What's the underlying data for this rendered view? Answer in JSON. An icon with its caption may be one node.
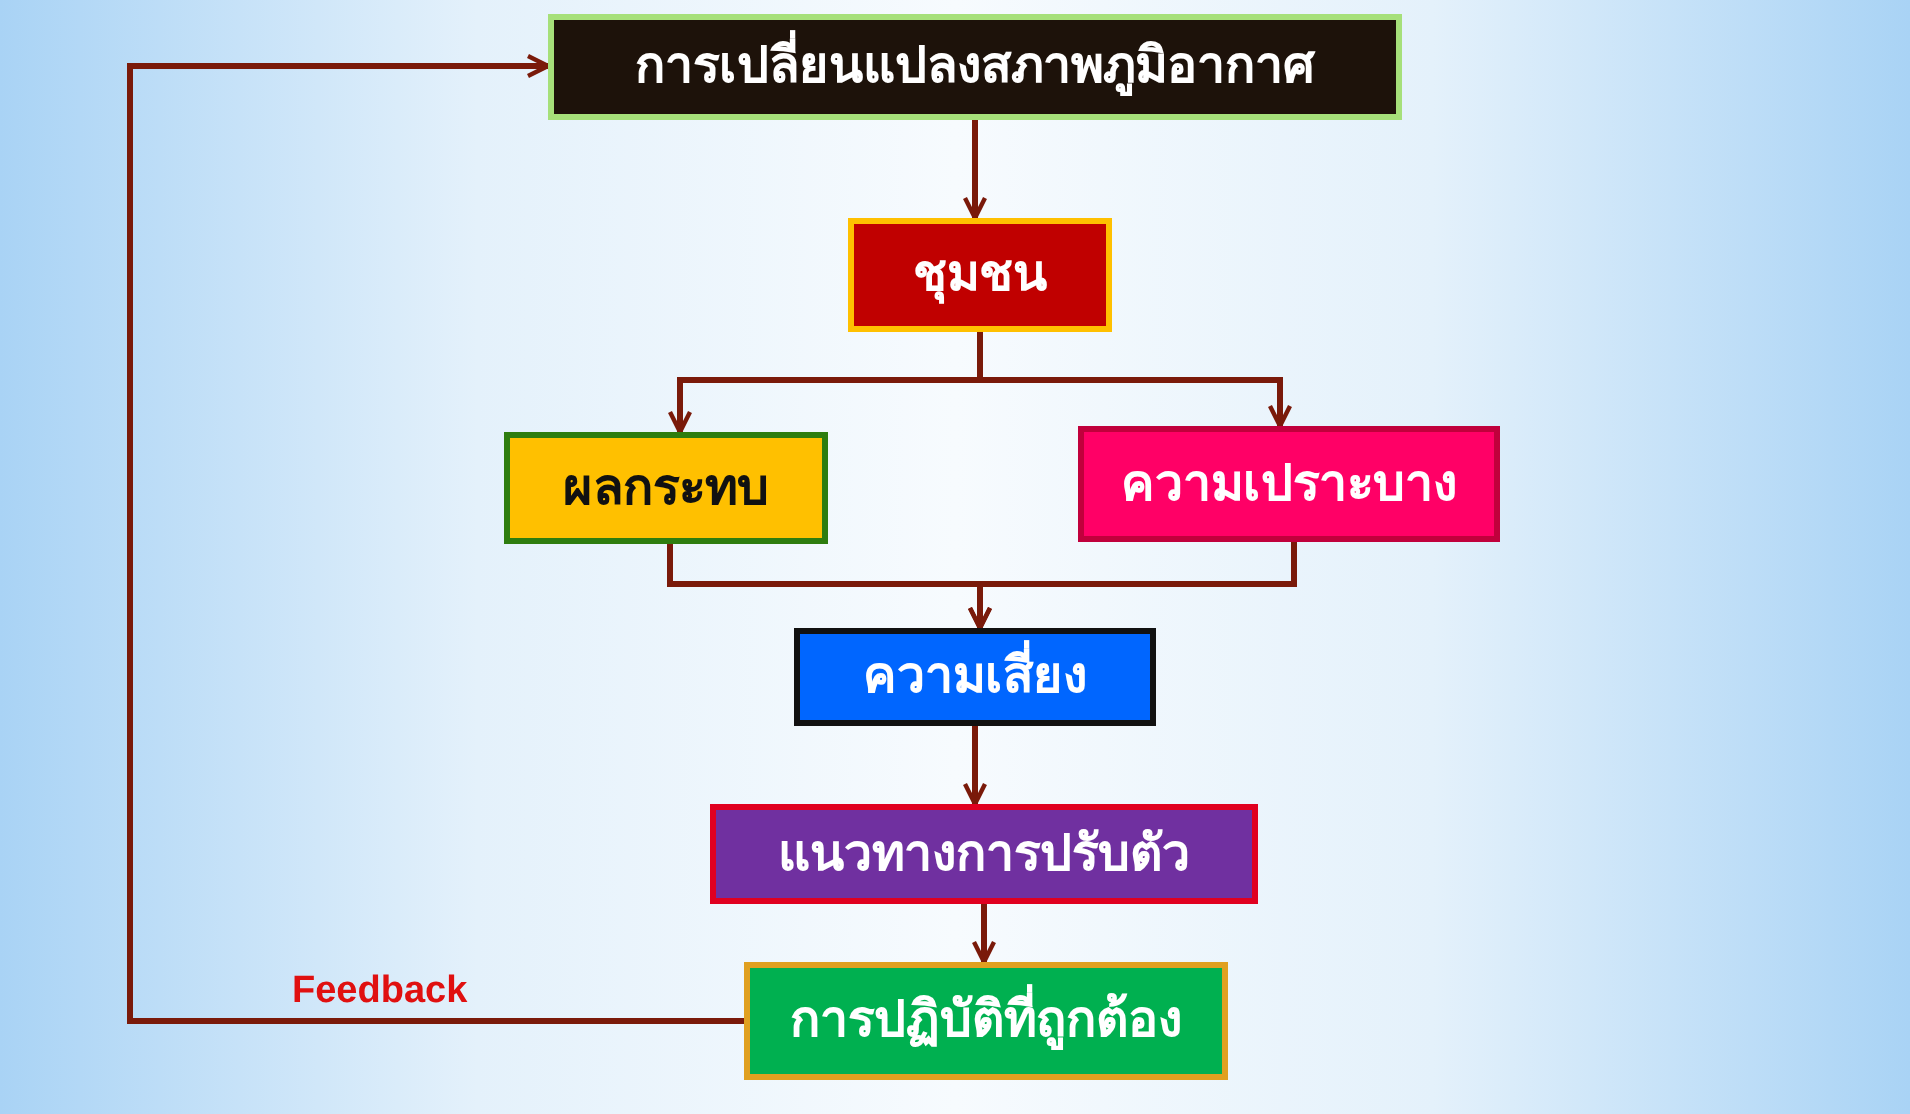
{
  "diagram": {
    "nodes": [
      {
        "text": [
          "การเปลี่ยนแปลงสภาพภูมิอากาศ"
        ]
      },
      {
        "text": [
          "ชุมชน"
        ]
      },
      {
        "text": [
          "ผลกระทบ"
        ]
      },
      {
        "text": [
          "ความเปราะบาง"
        ]
      },
      {
        "text": [
          "ความเสี่ยง"
        ]
      },
      {
        "text": [
          "แนวทางการปรับตัว"
        ]
      },
      {
        "text": [
          "การปฏิบัติที่ถูกต้อง"
        ]
      }
    ],
    "edges": [
      {
        "from": 0,
        "to": 1,
        "arrow": "to"
      },
      {
        "from": 1,
        "to": 2,
        "arrow": "to"
      },
      {
        "from": 1,
        "to": 3,
        "arrow": "to"
      },
      {
        "from": 2,
        "to": 4,
        "arrow": "to"
      },
      {
        "from": 3,
        "to": 4,
        "arrow": "to"
      },
      {
        "from": 4,
        "to": 5,
        "arrow": "to"
      },
      {
        "from": 5,
        "to": 6,
        "arrow": "to"
      },
      {
        "from": 6,
        "to": 0,
        "arrow": "to",
        "label": "Feedback"
      }
    ]
  }
}
